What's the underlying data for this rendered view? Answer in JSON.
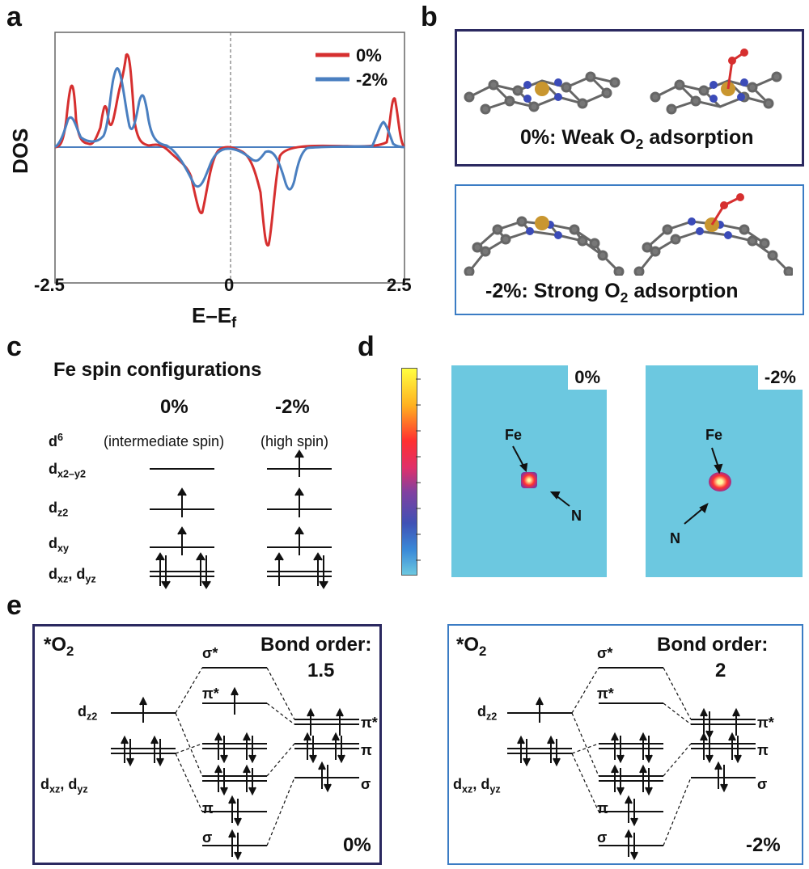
{
  "panels": {
    "a": {
      "label": "a",
      "ylabel": "DOS",
      "xlabel_main": "E–E",
      "xlabel_sub": "f",
      "xticks": [
        "-2.5",
        "0",
        "2.5"
      ],
      "legend": [
        {
          "name": "0%",
          "color": "#d62f2f"
        },
        {
          "name": "-2%",
          "color": "#4a7fc0"
        }
      ]
    },
    "b": {
      "label": "b",
      "top_caption_pre": "0%: Weak O",
      "top_caption_sub": "2",
      "top_caption_post": " adsorption",
      "bottom_caption_pre": "-2%: Strong O",
      "bottom_caption_sub": "2",
      "bottom_caption_post": " adsorption"
    },
    "c": {
      "label": "c",
      "title": "Fe spin configurations",
      "col1": "0%",
      "col2": "-2%",
      "col1_sub": "(intermediate spin)",
      "col2_sub": "(high spin)",
      "d6_main": "d",
      "d6_sup": "6",
      "orbitals": [
        {
          "main": "d",
          "sub": "x2–y2"
        },
        {
          "main": "d",
          "sub": "z2"
        },
        {
          "main": "d",
          "sub": "xy"
        },
        {
          "main": "d",
          "sub": "xz",
          "mid": ", d",
          "sub2": "yz"
        }
      ]
    },
    "d": {
      "label": "d",
      "left_tag": "0%",
      "right_tag": "-2%",
      "fe": "Fe",
      "n": "N"
    },
    "e": {
      "label": "e",
      "o2_main": "*O",
      "o2_sub": "2",
      "bond_order_label": "Bond order:",
      "left_bond_order": "1.5",
      "right_bond_order": "2",
      "left_strain": "0%",
      "right_strain": "-2%",
      "sigma_star": "σ*",
      "pi_star": "π*",
      "pi": "π",
      "sigma": "σ",
      "dz2_main": "d",
      "dz2_sub": "z2",
      "dxz_main": "d",
      "dxz_sub": "xz",
      "dxz_mid": ", d",
      "dyz_sub": "yz"
    }
  },
  "colors": {
    "red": "#d62f2f",
    "blue": "#4a7fc0",
    "dark_frame": "#2b2960",
    "light_frame": "#3b7cc4",
    "heat_bg": "#6cc8e0"
  },
  "chart_data": {
    "type": "line",
    "xlabel": "E–Ef",
    "ylabel": "DOS",
    "xlim": [
      -2.5,
      2.5
    ],
    "xticks": [
      -2.5,
      0,
      2.5
    ],
    "legend_position": "top-right",
    "vertical_line_at": 0,
    "series": [
      {
        "name": "0%",
        "color": "#d62f2f",
        "x": [
          -2.2,
          -1.75,
          -1.4,
          -0.4,
          0.55,
          2.28
        ],
        "y": [
          0.8,
          0.4,
          0.95,
          -0.7,
          -1.0,
          0.5
        ]
      },
      {
        "name": "-2%",
        "color": "#4a7fc0",
        "x": [
          -2.15,
          -1.6,
          -1.2,
          -0.45,
          0.75,
          2.2
        ],
        "y": [
          0.3,
          0.85,
          0.5,
          -0.4,
          -0.45,
          0.3
        ]
      }
    ]
  }
}
